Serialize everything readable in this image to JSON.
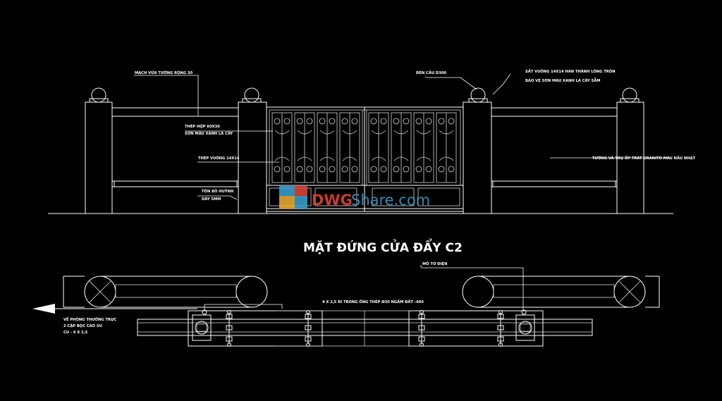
{
  "title": "MẶT ĐỨNG CỬA ĐẨY C2",
  "labels": {
    "mach_vua": "MẠCH VỮA TƯỜNG RỘNG 30",
    "thep_hop": "THÉP HỘP 60X30",
    "son_mau_1": "SƠN MÀU XANH LÁ CÂY",
    "thep_vuong": "THÉP VUÔNG 14X14",
    "ton_bo": "TÔN BÔ HUỲNH",
    "day": "DÀY 5MM",
    "den_cau": "ĐÈN CẦU D300",
    "sat_vuong": "SẮT VUÔNG 14X14 HÀN THÀNH LÔNG TRÒN",
    "son_mau_2": "BẢO VỆ SƠN MÀU XANH LÁ CÂY SẪM",
    "tuong": "TƯỜNG VÀ TRỤ ỐP TRÁT GRANITO MÀU NÂU NHẠT",
    "mo_to": "MÔ TƠ ĐIỆN",
    "ray": "4 X 2,5 RI TRONG ỐNG THÉP Ø30 NGẦM ĐẤT -400",
    "ve_phong_1": "VỀ PHÒNG THƯỜNG TRỰC",
    "ve_phong_2": "2 CẶP BỌC CAO SU",
    "ve_phong_3": "CU - 4 X 2,5"
  },
  "watermark": {
    "brand_a": "DWG",
    "brand_b": "Share.com"
  },
  "colors": {
    "background": "#000000",
    "line": "#ffffff",
    "watermark_red": "#e8473a",
    "watermark_blue": "#3aa6d8",
    "watermark_yellow": "#f2b233"
  },
  "icons": {
    "logo": "dwgshare-logo-icon",
    "arrow": "arrow-left-icon"
  }
}
